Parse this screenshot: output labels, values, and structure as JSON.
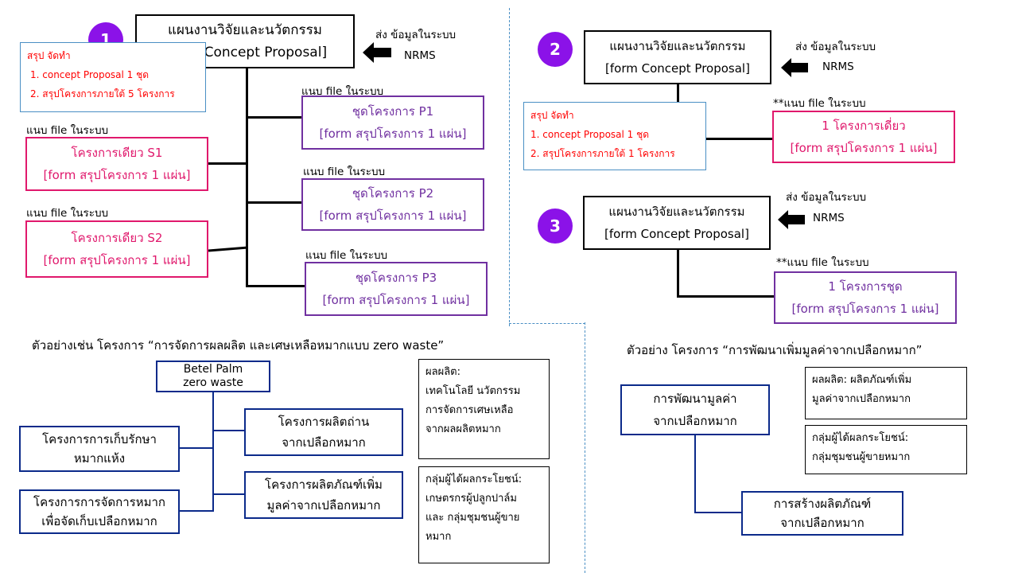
{
  "colors": {
    "pink": "#e0186c",
    "purple": "#7030a0",
    "badge": "#8b12e8",
    "summary_text": "#ff0000",
    "blue_border": "#0b2a8a"
  },
  "send_text": "ส่ง ข้อมูลในระบบ",
  "nrms": "NRMS",
  "attach_label": "แนบ file ในระบบ",
  "attach_label_star": "**แนบ file ในระบบ",
  "main_title": "แผนงานวิจัยและนวัตกรรม",
  "main_form": "[form Concept Proposal]",
  "form_summary": "[form สรุปโครงการ 1 แผ่น]",
  "section1": {
    "badge": "1",
    "summary": {
      "title": "สรุป จัดทำ",
      "line1": "1.  concept Proposal 1 ชุด",
      "line2": "2.  สรุปโครงการภายใต้   5 โครงการ"
    },
    "s1": "โครงการเดียว S1",
    "s2": "โครงการเดียว S2",
    "p1": "ชุดโครงการ P1",
    "p2": "ชุดโครงการ P2",
    "p3": "ชุดโครงการ P3"
  },
  "section2": {
    "badge": "2",
    "summary": {
      "title": "สรุป จัดทำ",
      "line1": "1.  concept Proposal 1 ชุด",
      "line2": "2.  สรุปโครงการภายใต้   1 โครงการ"
    },
    "single": "1 โครงการเดี่ยว"
  },
  "section3": {
    "badge": "3",
    "set": "1 โครงการชุด"
  },
  "example1": {
    "heading": "ตัวอย่างเช่น โครงการ “การจัดการผลผลิต และเศษเหลือหมากแบบ zero waste”",
    "root_line1": "Betel Palm",
    "root_line2": "zero waste",
    "left1_line1": "โครงการการเก็บรักษา",
    "left1_line2": "หมากแห้ง",
    "left2_line1": "โครงการการจัดการหมาก",
    "left2_line2": "เพื่อจัดเก็บเปลือกหมาก",
    "right1_line1": "โครงการผลิตถ่าน",
    "right1_line2": "จากเปลือกหมาก",
    "right2_line1": "โครงการผลิตภัณฑ์เพิ่ม",
    "right2_line2": "มูลค่าจากเปลือกหมาก",
    "output": [
      "ผลผลิต:",
      "เทคโนโลยี นวัตกรรม",
      "การจัดการเศษเหลือ",
      "จากผลผลิตหมาก"
    ],
    "beneficiary": [
      "กลุ่มผู้ได้ผลกระโยชน์:",
      "เกษตรกรผู้ปลูกปาล์ม",
      "และ กลุ่มชุมชนผู้ขาย",
      "หมาก"
    ]
  },
  "example2": {
    "heading": "ตัวอย่าง โครงการ “การพัฒนาเพิ่มมูลค่าจากเปลือกหมาก”",
    "root_line1": "การพัฒนามูลค่า",
    "root_line2": "จากเปลือกหมาก",
    "child_line1": "การสร้างผลิตภัณฑ์",
    "child_line2": "จากเปลือกหมาก",
    "output": [
      "ผลผลิต: ผลิตภัณฑ์เพิ่ม",
      "มูลค่าจากเปลือกหมาก"
    ],
    "beneficiary": [
      "กลุ่มผู้ได้ผลกระโยชน์:",
      "กลุ่มชุมชนผู้ขายหมาก"
    ]
  }
}
